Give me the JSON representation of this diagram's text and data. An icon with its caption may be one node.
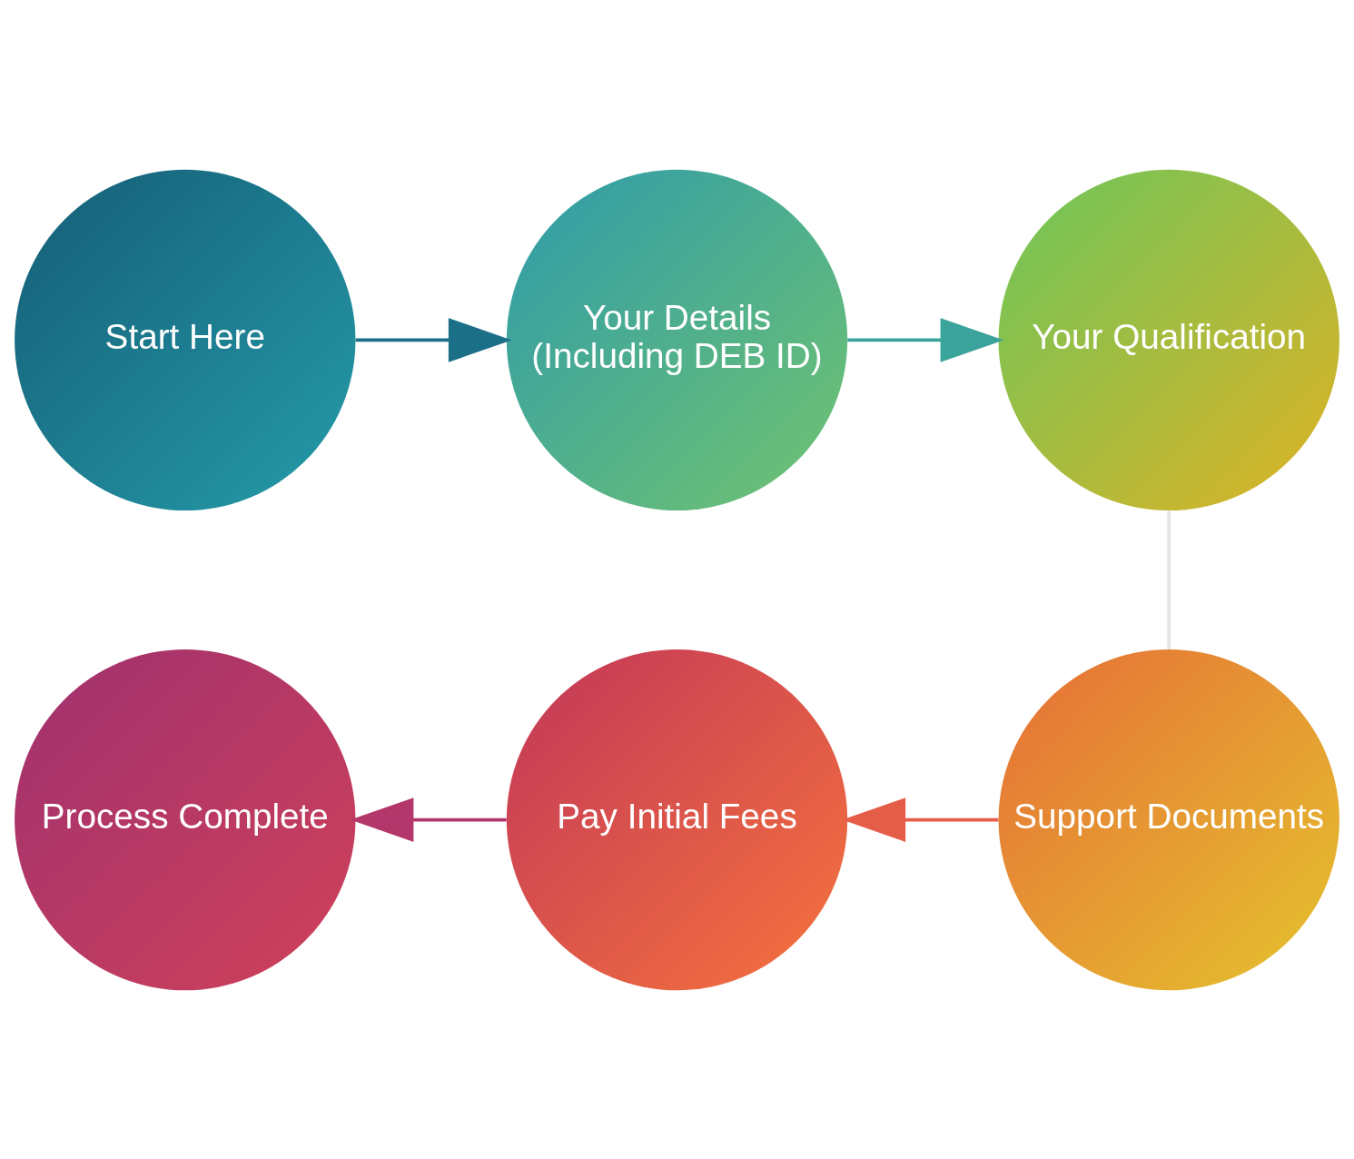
{
  "diagram": {
    "nodes": [
      {
        "text": [
          "Start Here"
        ]
      },
      {
        "text": [
          "Your Details (Including DEB ID)"
        ]
      },
      {
        "text": [
          "Your Qualification"
        ]
      },
      {
        "text": [
          "Support Documents"
        ]
      },
      {
        "text": [
          "Pay Initial Fees"
        ]
      },
      {
        "text": [
          "Process Complete"
        ]
      }
    ],
    "edges": [
      {
        "from": 0,
        "to": 1,
        "arrow": "to",
        "color": "#1b7088"
      },
      {
        "from": 1,
        "to": 2,
        "arrow": "to",
        "color": "#3aa39a"
      },
      {
        "from": 2,
        "to": 3,
        "arrow": "none",
        "color": "#e6e6e6"
      },
      {
        "from": 3,
        "to": 4,
        "arrow": "to",
        "color": "#e55c48"
      },
      {
        "from": 4,
        "to": 5,
        "arrow": "to",
        "color": "#b3376a"
      }
    ]
  }
}
